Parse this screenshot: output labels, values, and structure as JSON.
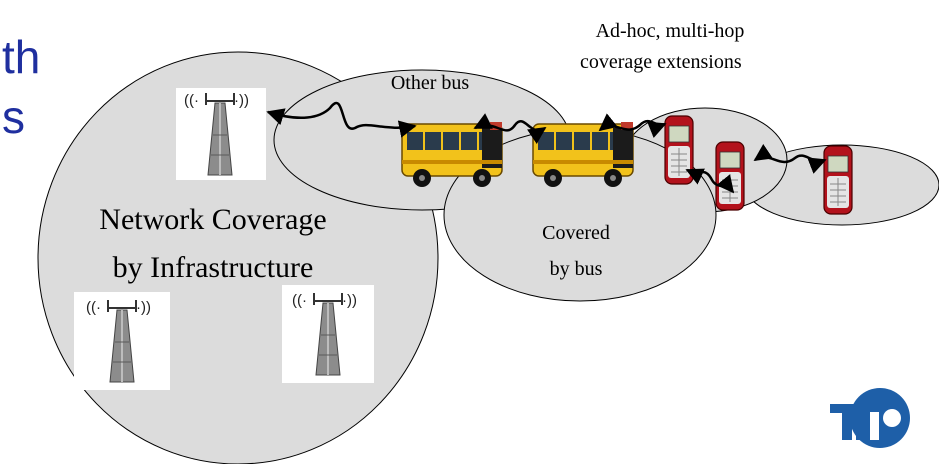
{
  "title_fragments": [
    "th",
    "s"
  ],
  "labels": {
    "network_coverage_line1": "Network Coverage",
    "network_coverage_line2": "by Infrastructure",
    "other_bus": "Other bus",
    "covered_line1": "Covered",
    "covered_line2": "by bus",
    "adhoc_line1": "Ad-hoc, multi-hop",
    "adhoc_line2": "coverage extensions"
  },
  "colors": {
    "coverage_fill": "#dcdcdc",
    "outline": "#000000",
    "title_blue": "#1f2f9f",
    "bus_yellow": "#f2c21b",
    "phone_red": "#b3121c",
    "logo_blue": "#1e5fa8"
  },
  "icons": {
    "tower": "cell-tower-icon",
    "bus": "bus-icon",
    "phone": "mobile-phone-icon",
    "logo": "tno-logo"
  }
}
